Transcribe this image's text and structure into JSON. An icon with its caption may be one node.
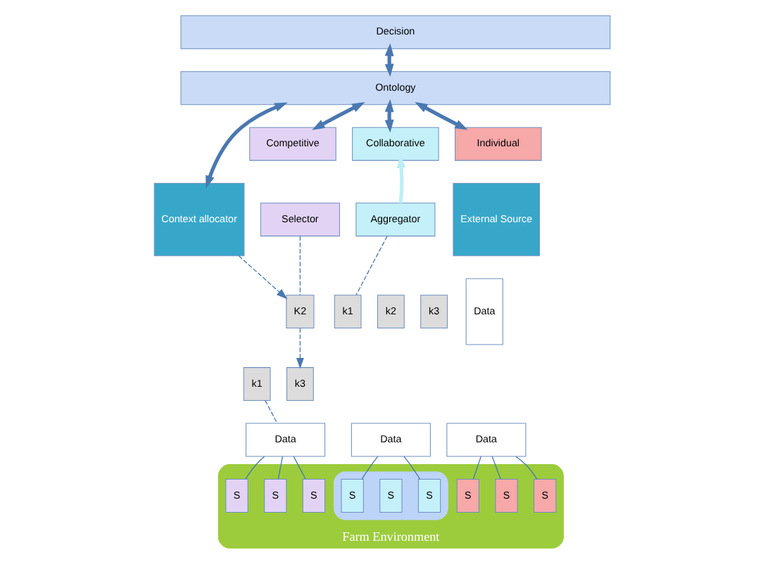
{
  "diagram": {
    "nodes": [
      {
        "text": [
          "Decision"
        ]
      },
      {
        "text": [
          "Ontology"
        ]
      },
      {
        "text": [
          "Competitive"
        ]
      },
      {
        "text": [
          "Collaborative"
        ]
      },
      {
        "text": [
          "Individual"
        ]
      },
      {
        "text": [
          "Selector"
        ]
      },
      {
        "text": [
          "Aggregator"
        ]
      },
      {
        "text": [
          "Context allocator"
        ]
      },
      {
        "text": [
          "External Source"
        ]
      },
      {
        "text": [
          "K2"
        ]
      },
      {
        "text": [
          "k3"
        ]
      },
      {
        "text": [
          "k1"
        ]
      },
      {
        "text": [
          "Data"
        ]
      },
      {
        "text": [
          "k1"
        ]
      },
      {
        "text": [
          "k2"
        ]
      },
      {
        "text": [
          "k3"
        ]
      },
      {
        "text": [
          "Data"
        ]
      },
      {
        "text": [
          "Data"
        ]
      },
      {
        "text": [
          "Data"
        ]
      },
      {
        "text": [
          "Farm Environment"
        ]
      },
      {
        "text": [],
        "shape": "box",
        "in": 19
      },
      {
        "text": [
          "S"
        ],
        "in": 19
      },
      {
        "text": [
          "S"
        ],
        "in": 19
      },
      {
        "text": [
          "S"
        ],
        "in": 19
      },
      {
        "text": [
          "S"
        ],
        "in": 20
      },
      {
        "text": [
          "S"
        ],
        "in": 20
      },
      {
        "text": [
          "S"
        ],
        "in": 20
      },
      {
        "text": [
          "S"
        ],
        "in": 19
      },
      {
        "text": [
          "S"
        ],
        "in": 19
      },
      {
        "text": [
          "S"
        ],
        "in": 19
      }
    ],
    "edges": [
      {
        "from": 0,
        "to": 1,
        "arrow": "both",
        "style": "thick"
      },
      {
        "from": 7,
        "to": 1,
        "arrow": "both",
        "style": "thick"
      },
      {
        "from": 1,
        "to": 2,
        "arrow": "both",
        "style": "thick"
      },
      {
        "from": 1,
        "to": 3,
        "arrow": "both",
        "style": "thick"
      },
      {
        "from": 1,
        "to": 4,
        "arrow": "both",
        "style": "thick"
      },
      {
        "from": 6,
        "to": 3,
        "arrow": "to",
        "style": "thick",
        "color": "#bdeef7"
      },
      {
        "from": 5,
        "to": 9,
        "arrow": "none",
        "style": "dashed"
      },
      {
        "from": 7,
        "to": 9,
        "arrow": "to",
        "style": "dashed"
      },
      {
        "from": 9,
        "to": 10,
        "arrow": "to",
        "style": "dashed"
      },
      {
        "from": 11,
        "to": 12,
        "arrow": "none",
        "style": "dashed"
      },
      {
        "from": 6,
        "to": 13,
        "arrow": "none",
        "style": "dashed"
      },
      {
        "from": 12,
        "to": 21,
        "arrow": "none"
      },
      {
        "from": 12,
        "to": 22,
        "arrow": "none"
      },
      {
        "from": 12,
        "to": 23,
        "arrow": "none"
      },
      {
        "from": 16,
        "to": 24,
        "arrow": "none"
      },
      {
        "from": 16,
        "to": 26,
        "arrow": "none"
      },
      {
        "from": 17,
        "to": 27,
        "arrow": "none"
      },
      {
        "from": 17,
        "to": 28,
        "arrow": "none"
      },
      {
        "from": 17,
        "to": 29,
        "arrow": "none"
      }
    ]
  }
}
